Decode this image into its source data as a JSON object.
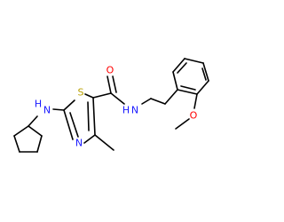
{
  "colors": {
    "carbon_bond": "#000000",
    "nitrogen": "#1a1aff",
    "oxygen": "#ff0000",
    "sulfur": "#b8a000",
    "background": "#ffffff"
  },
  "atoms": {
    "S": "S",
    "N_thiazole": "N",
    "NH_amine": "H",
    "N_amine": "N",
    "O_carbonyl": "O",
    "NH_amide": "H",
    "N_amide": "N",
    "O_methoxy": "O"
  }
}
